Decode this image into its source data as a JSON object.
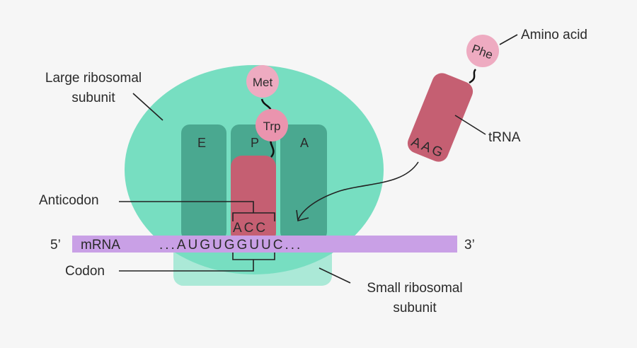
{
  "labels": {
    "large_subunit": [
      "Large ribosomal",
      "subunit"
    ],
    "small_subunit": [
      "Small ribosomal",
      "subunit"
    ],
    "amino_acid": "Amino acid",
    "trna": "tRNA",
    "anticodon": "Anticodon",
    "codon": "Codon",
    "five_prime": "5’",
    "three_prime": "3’",
    "mrna": "mRNA"
  },
  "sites": {
    "e": "E",
    "p": "P",
    "a": "A"
  },
  "amino_acids": {
    "met": "Met",
    "trp": "Trp",
    "phe": "Phe"
  },
  "sequences": {
    "mrna": "...AUGUGGUUC...",
    "anticodon_p_site": "ACC",
    "anticodon_incoming": "AAG"
  },
  "colors": {
    "large_subunit": "#77dec1",
    "small_subunit": "#abe9d7",
    "site": "#4aa890",
    "trna": "#c55f72",
    "amino_acid_light": "#eeabc1",
    "amino_acid_mid": "#ea94ae",
    "mrna": "#c9a0e6"
  }
}
